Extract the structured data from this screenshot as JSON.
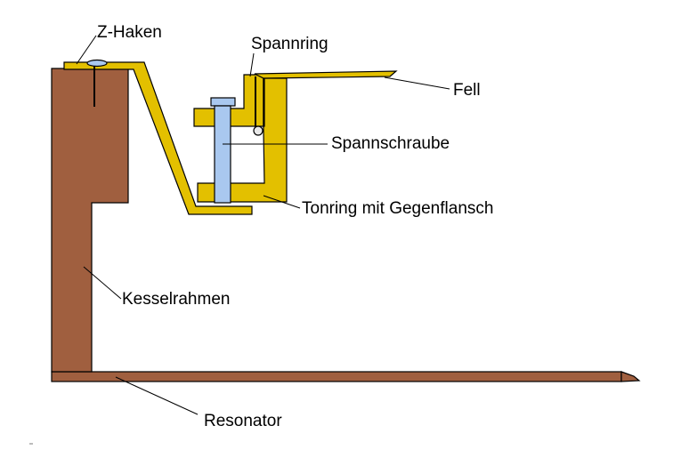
{
  "labels": {
    "z_haken": "Z-Haken",
    "spannring": "Spannring",
    "fell": "Fell",
    "spannschraube": "Spannschraube",
    "tonring": "Tonring mit Gegenflansch",
    "kesselrahmen": "Kesselrahmen",
    "resonator": "Resonator"
  },
  "colors": {
    "wood": "#a05f3f",
    "brass": "#e3c000",
    "screw": "#a9c8ef",
    "outline": "#000000",
    "background": "#ffffff"
  }
}
